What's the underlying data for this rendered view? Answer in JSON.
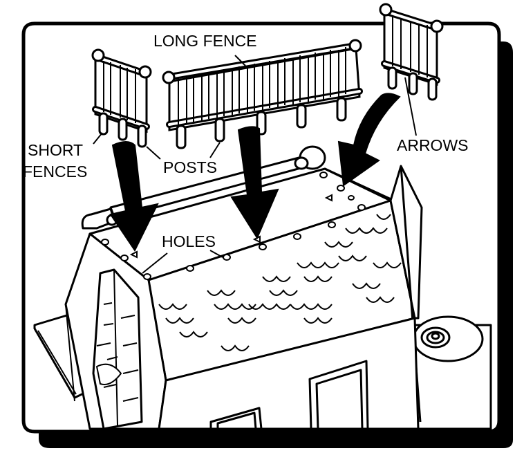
{
  "labels": {
    "long_fence": "LONG FENCE",
    "short_fences_line1": "SHORT",
    "short_fences_line2": "FENCES",
    "posts": "POSTS",
    "arrows": "ARROWS",
    "holes": "HOLES"
  },
  "colors": {
    "ink": "#000000",
    "paper": "#ffffff"
  }
}
